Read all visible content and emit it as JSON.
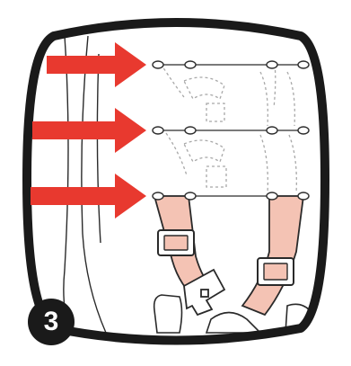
{
  "step": {
    "number": "3"
  },
  "colors": {
    "frame": "#1a1a1a",
    "arrow": "#e8392f",
    "strap": "#f4c3b4",
    "strap_outline": "#2a2a2a",
    "ghost_line": "#a8a8a8",
    "badge_background": "#1a1a1a",
    "badge_text": "#ffffff"
  },
  "arrows": {
    "count": 3,
    "direction": "right"
  },
  "icons": [
    "arrow-right-icon",
    "harness-strap-icon",
    "buckle-icon",
    "car-seat-icon"
  ]
}
